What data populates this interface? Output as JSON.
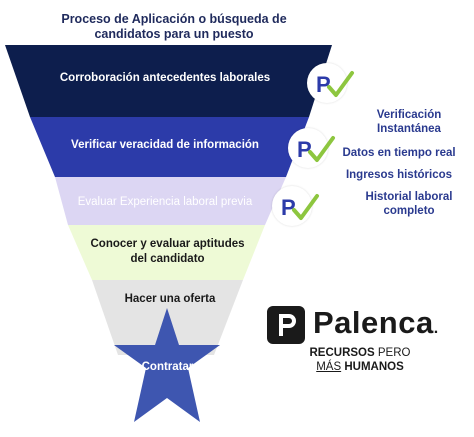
{
  "title": "Proceso de Aplicación o búsqueda de candidatos para un puesto",
  "stages": [
    {
      "label": "Corroboración antecedentes laborales",
      "color": "#0d1e4d",
      "text_color": "#ffffff"
    },
    {
      "label": "Verificar veracidad de información",
      "color": "#2c3ba9",
      "text_color": "#ffffff"
    },
    {
      "label": "Evaluar Experiencia laboral previa",
      "color": "#dcd6f3",
      "text_color": "#ffffff"
    },
    {
      "label": "Conocer y evaluar aptitudes del candidato",
      "color": "#eefad6",
      "text_color": "#1a1a1a"
    },
    {
      "label": "Hacer una oferta",
      "color": "#e4e4e4",
      "text_color": "#1a1a1a"
    },
    {
      "label": "Contratar",
      "color": "#3e56b0",
      "text_color": "#ffffff"
    }
  ],
  "features": [
    "Verificación Instantánea",
    "Datos en tiempo real",
    "Ingresos históricos",
    "Historial laboral completo"
  ],
  "brand": {
    "name": "Palenca",
    "dot": ".",
    "slogan_1": "RECURSOS",
    "slogan_2": "PERO",
    "slogan_3": "MÁS",
    "slogan_4": "HUMANOS"
  },
  "icons": [
    "palenca-check-icon",
    "palenca-logo-icon"
  ],
  "colors": {
    "check": "#8dc63f",
    "p_mark": "#2c3ba9",
    "feature_text": "#2a3a8f"
  }
}
